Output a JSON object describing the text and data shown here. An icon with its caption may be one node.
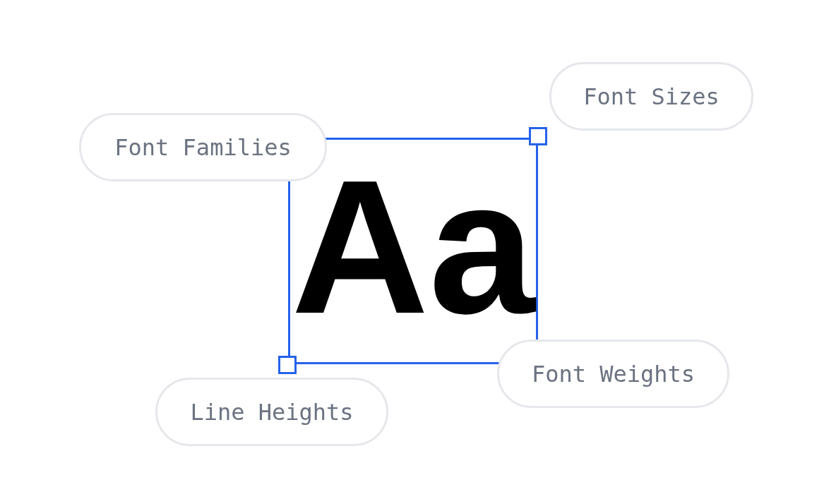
{
  "diagram": {
    "nodes": [
      {
        "text": [
          "Font Sizes"
        ]
      },
      {
        "text": [
          "Font Families"
        ]
      },
      {
        "text": [
          "Aa"
        ]
      },
      {
        "text": [
          "Font Weights"
        ]
      },
      {
        "text": [
          "Line Heights"
        ]
      }
    ]
  }
}
